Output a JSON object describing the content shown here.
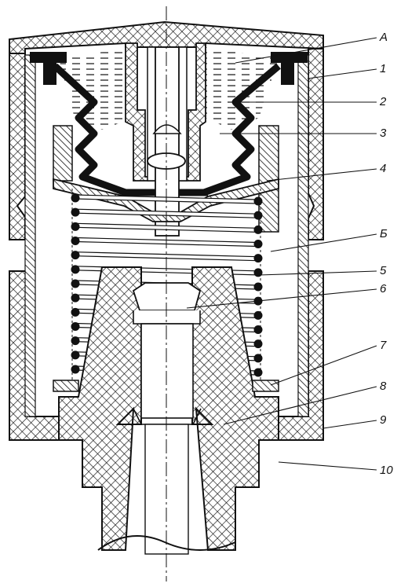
{
  "diagram": {
    "kind": "cross-section drawing",
    "line_color": "#111111",
    "hatch_style": "cross-hatch",
    "fluid_style": "horizontal dashes",
    "callouts": [
      {
        "id": "A",
        "label": "А"
      },
      {
        "id": "1",
        "label": "1"
      },
      {
        "id": "2",
        "label": "2"
      },
      {
        "id": "3",
        "label": "3"
      },
      {
        "id": "4",
        "label": "4"
      },
      {
        "id": "B",
        "label": "Б"
      },
      {
        "id": "5",
        "label": "5"
      },
      {
        "id": "6",
        "label": "6"
      },
      {
        "id": "7",
        "label": "7"
      },
      {
        "id": "8",
        "label": "8"
      },
      {
        "id": "9",
        "label": "9"
      },
      {
        "id": "10",
        "label": "10"
      }
    ]
  }
}
